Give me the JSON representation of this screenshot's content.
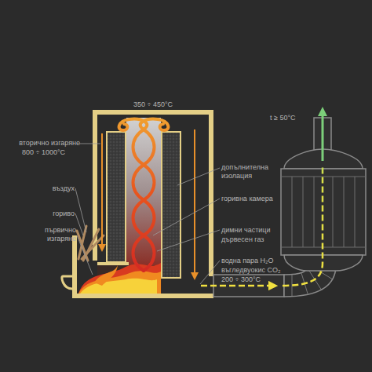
{
  "diagram": {
    "labels": [
      "350 ÷ 450°C",
      "t ≥ 50°C",
      "вторично изгаряне",
      "800 ÷ 1000°C",
      "допълнителна изолация",
      "въздух",
      "горивна камера",
      "гориво",
      "първично изгаряне",
      "димни частици",
      "дървесен газ",
      "водна пара H₂O",
      "въгледвуокис CO₂",
      "200 ÷ 300°C"
    ]
  }
}
